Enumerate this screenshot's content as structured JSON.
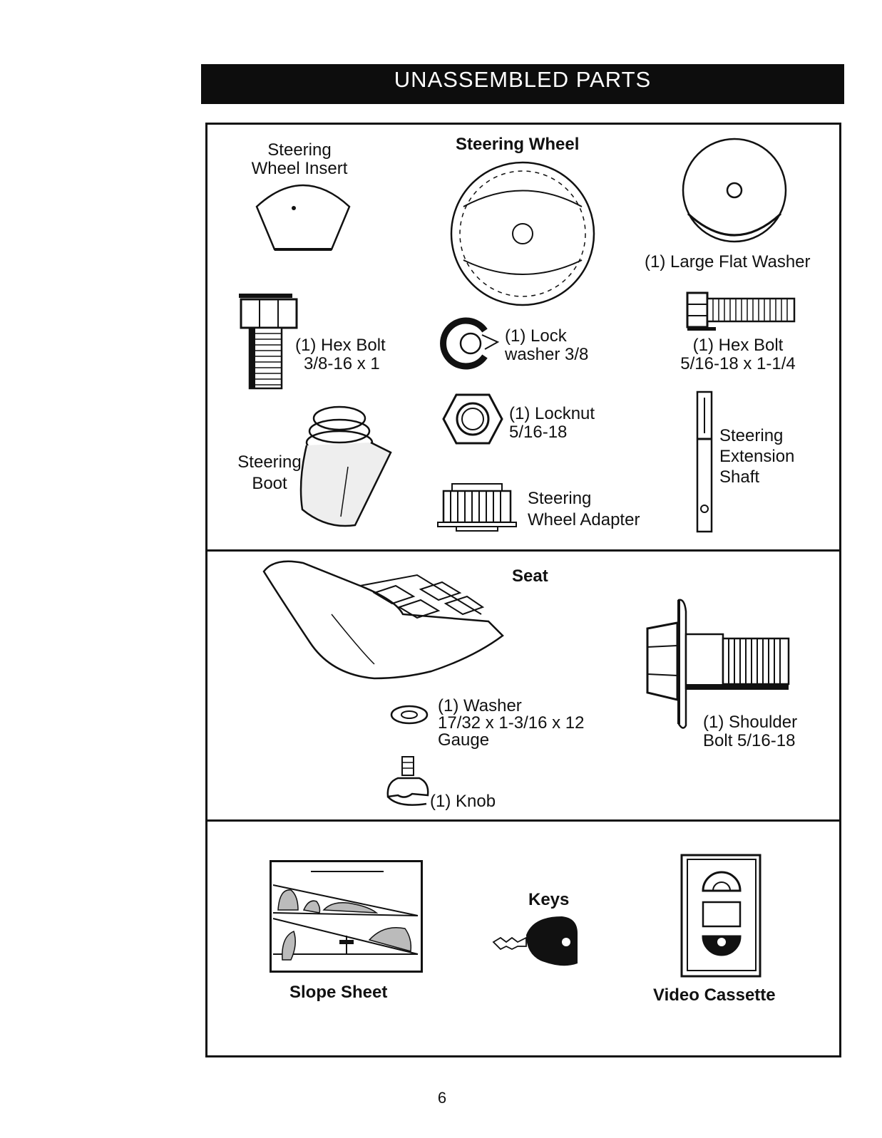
{
  "header": {
    "title": "UNASSEMBLED PARTS"
  },
  "section_steering": {
    "steering_wheel_insert": [
      "Steering",
      "Wheel Insert"
    ],
    "steering_wheel": "Steering Wheel",
    "large_flat_washer": "(1) Large Flat Washer",
    "hex_bolt_a": [
      "(1) Hex Bolt",
      "3/8-16 x 1"
    ],
    "lock_washer": [
      "(1) Lock",
      "washer 3/8"
    ],
    "hex_bolt_b": [
      "(1) Hex Bolt",
      "5/16-18 x 1-1/4"
    ],
    "locknut": [
      "(1) Locknut",
      "5/16-18"
    ],
    "steering_extension_shaft": [
      "Steering",
      "Extension",
      "Shaft"
    ],
    "steering_boot": [
      "Steering",
      "Boot"
    ],
    "steering_wheel_adapter": [
      "Steering",
      "Wheel Adapter"
    ]
  },
  "section_seat": {
    "seat": "Seat",
    "washer": [
      "(1) Washer",
      "17/32 x 1-3/16 x 12",
      "Gauge"
    ],
    "shoulder_bolt": [
      "(1) Shoulder",
      "Bolt  5/16-18"
    ],
    "knob": "(1) Knob"
  },
  "section_misc": {
    "slope_sheet": "Slope Sheet",
    "keys": "Keys",
    "video_cassette": "Video Cassette"
  },
  "footer": {
    "page_number": "6"
  }
}
